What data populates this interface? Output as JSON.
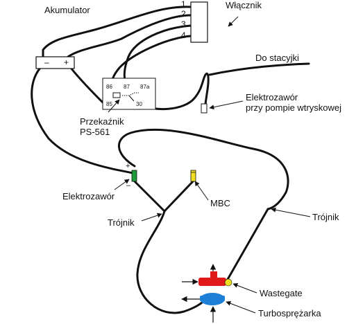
{
  "labels": {
    "akumulator": "Akumulator",
    "wlacznik": "Włącznik",
    "do_stacyjki": "Do stacyjki",
    "przekaznik_1": "Przekaźnik",
    "przekaznik_2": "PS-561",
    "ez_pompa_1": "Elektrozawór",
    "ez_pompa_2": "przy pompie wtryskowej",
    "elektrozawor": "Elektrozawór",
    "mbc": "MBC",
    "trojnik_left": "Trójnik",
    "trojnik_right": "Trójnik",
    "wastegate": "Wastegate",
    "turbo": "Turbosprężarka"
  },
  "switch_terminals": [
    "1",
    "2",
    "3",
    "4"
  ],
  "battery_terminals": {
    "minus": "–",
    "plus": "+"
  },
  "relay_pins": [
    "86",
    "87",
    "87a",
    "85",
    "30"
  ],
  "valve_polarity": {
    "plus": "+",
    "minus": "–"
  },
  "colors": {
    "valve_green": "#1f9a3a",
    "mbc_yellow": "#f0e020",
    "wastegate_red": "#e01818",
    "turbo_blue": "#1e7fd6",
    "wire": "#111111"
  }
}
